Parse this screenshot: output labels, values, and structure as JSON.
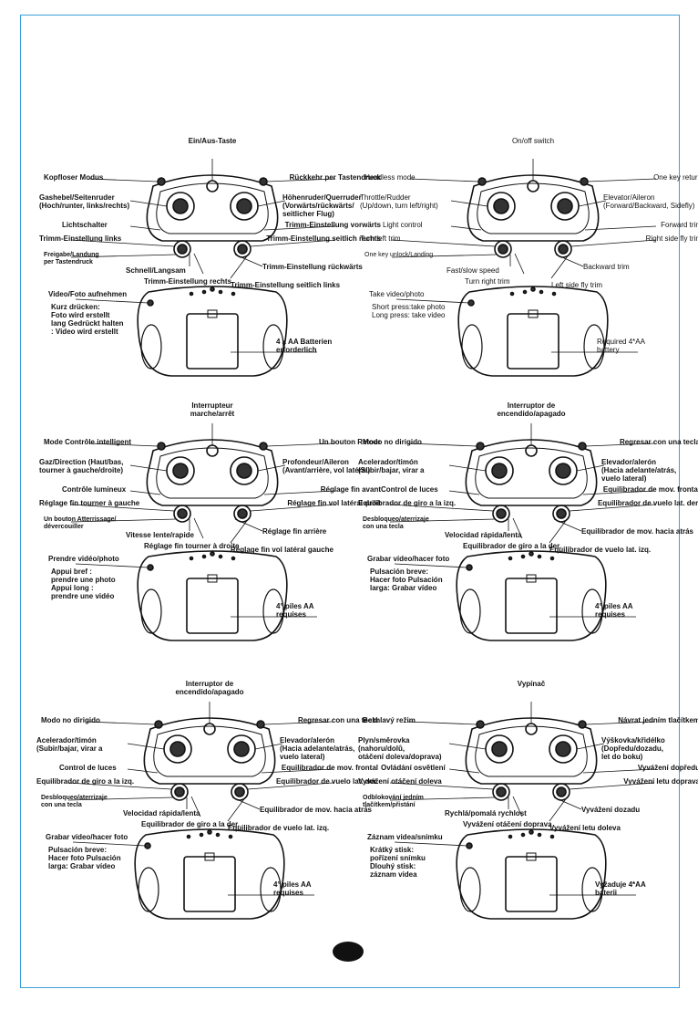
{
  "panels": [
    {
      "lang": "de",
      "bold": true,
      "labels": {
        "power": "Ein/Aus-Taste",
        "headless": "Kopfloser Modus",
        "return": "Rückkehr per Tastendruck",
        "throttle": "Gashebel/Seitenruder\n(Hoch/runter, links/rechts)",
        "elevator": "Höhenruder/Querruder\n(Vorwärts/rückwärts/\nseitlicher Flug)",
        "light": "Lichtschalter",
        "fwd_trim": "Trimm-Einstellung vorwärts",
        "left_trim": "Trimm-Einstellung links",
        "side_right_trim": "Trimm-Einstellung seitlich rechts",
        "unlock": "Freigabe/Landung\nper Tastendruck",
        "speed": "Schnell/Langsam",
        "back_trim": "Trimm-Einstellung rückwärts",
        "right_trim": "Trimm-Einstellung rechts",
        "side_left_trim": "Trimm-Einstellung seitlich links",
        "video": "Video/Foto aufnehmen",
        "video_desc": "Kurz drücken:\nFoto wird erstellt\nlang Gedrückt halten\n: Video wird erstellt",
        "battery": "4 x AA Batterien\nerforderlich"
      }
    },
    {
      "lang": "en",
      "bold": false,
      "labels": {
        "power": "On/off switch",
        "headless": "Headless mode",
        "return": "One key return",
        "throttle": "Throttle/Rudder\n(Up/down, turn left/right)",
        "elevator": "Elevator/Aileron\n(Forward/Backward, Sidefly)",
        "light": "Light control",
        "fwd_trim": "Forward trim",
        "left_trim": "Turn left trim",
        "side_right_trim": "Right side fly trim",
        "unlock": "One key unlock/Landing",
        "speed": "Fast/slow speed",
        "back_trim": "Backward trim",
        "right_trim": "Turn right trim",
        "side_left_trim": "Left side fly trim",
        "video": "Take video/photo",
        "video_desc": "Short press:take photo\nLong press: take video",
        "battery": "Required 4*AA\nbattery"
      }
    },
    {
      "lang": "fr",
      "bold": true,
      "labels": {
        "power": "Interrupteur\nmarche/arrêt",
        "headless": "Mode Contrôle intelligent",
        "return": "Un bouton Retour",
        "throttle": "Gaz/Direction  (Haut/bas,\ntourner à gauche/droite)",
        "elevator": "Profondeur/Aileron\n(Avant/arrière, vol latéral)",
        "light": "Contrôle lumineux",
        "fwd_trim": "Réglage fin avant",
        "left_trim": "Réglage fin tourner à gauche",
        "side_right_trim": "Réglage fin vol latéral droit",
        "unlock": "Un bouton Atterrissage/\ndévercouiller",
        "speed": "Vitesse lente/rapide",
        "back_trim": "Réglage fin arrière",
        "right_trim": "Réglage fin tourner à droite",
        "side_left_trim": "Réglage fin vol latéral gauche",
        "video": "Prendre vidéo/photo",
        "video_desc": "Appui bref :\nprendre une photo\nAppui long :\nprendre une vidéo",
        "battery": "4° piles AA\nrequises"
      }
    },
    {
      "lang": "es",
      "bold": true,
      "labels": {
        "power": "Interruptor de\nencendido/apagado",
        "headless": "Modo no dirigido",
        "return": "Regresar con una tecla",
        "throttle": "Acelerador/timón\n(Subir/bajar, virar a",
        "elevator": "Elevador/alerón\n(Hacia adelante/atrás,\nvuelo lateral)",
        "light": "Control de luces",
        "fwd_trim": "Equilibrador de mov. frontal",
        "left_trim": "Equilibrador de giro a la izq.",
        "side_right_trim": "Equilibrador de vuelo lat. der.",
        "unlock": "Desbloqueo/aterrizaje\ncon una tecla",
        "speed": "Velocidad rápida/lenta",
        "back_trim": "Equilibrador de mov. hacia atrás",
        "right_trim": "Equilibrador de giro a la der.",
        "side_left_trim": "Equilibrador de vuelo lat. izq.",
        "video": "Grabar vídeo/hacer foto",
        "video_desc": "Pulsación breve:\nHacer foto Pulsación\nlarga: Grabar vídeo",
        "battery": "4° piles AA\nrequises"
      }
    },
    {
      "lang": "es",
      "bold": true,
      "labels": {
        "power": "Interruptor de\nencendido/apagado",
        "headless": "Modo no dirigido",
        "return": "Regresar con una tecla",
        "throttle": "Acelerador/timón\n(Subir/bajar, virar a",
        "elevator": "Elevador/alerón\n(Hacia adelante/atrás,\nvuelo lateral)",
        "light": "Control de luces",
        "fwd_trim": "Equilibrador de mov. frontal",
        "left_trim": "Equilibrador de giro a la izq.",
        "side_right_trim": "Equilibrador de vuelo lat. der.",
        "unlock": "Desbloqueo/aterrizaje\ncon una tecla",
        "speed": "Velocidad rápida/lenta",
        "back_trim": "Equilibrador de mov. hacia atrás",
        "right_trim": "Equilibrador de giro a la der.",
        "side_left_trim": "Equilibrador de vuelo lat. izq.",
        "video": "Grabar vídeo/hacer foto",
        "video_desc": "Pulsación breve:\nHacer foto Pulsación\nlarga: Grabar vídeo",
        "battery": "4° piles AA\nrequises"
      }
    },
    {
      "lang": "cs",
      "bold": true,
      "labels": {
        "power": "Vypínač",
        "headless": "Bezhlavý režim",
        "return": "Návrat jedním tlačítkem",
        "throttle": "Plyn/směrovka\n(nahoru/dolů,\notáčení doleva/doprava)",
        "elevator": "Výškovka/křidélko\n(Dopředu/dozadu,\nlet do boku)",
        "light": "Ovládání osvětlení",
        "fwd_trim": "Vyvážení dopředu",
        "left_trim": "Vyvážení otáčení doleva",
        "side_right_trim": "Vyvážení letu doprava",
        "unlock": "Odblokování jedním\ntlačítkem/přistání",
        "speed": "Rychlá/pomalá rychlost",
        "back_trim": "Vyvážení dozadu",
        "right_trim": "Vyvážení otáčení doprava",
        "side_left_trim": "Vyvážení letu doleva",
        "video": "Záznam videa/snímku",
        "video_desc": "Krátký stisk:\npořízení snímku\nDlouhý stisk:\nzáznam videa",
        "battery": "Vyžaduje 4*AA\nbaterii"
      }
    }
  ]
}
